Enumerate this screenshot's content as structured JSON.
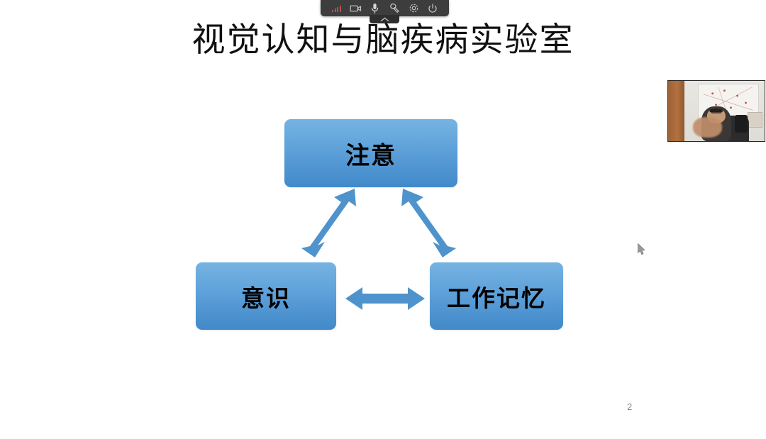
{
  "app": {
    "kind": "screen-share-presentation",
    "background_color": "#ffffff"
  },
  "toolbar": {
    "name": "meeting-floating-toolbar",
    "background_color": "#3d3d3d",
    "items": [
      {
        "icon": "signal-strength-icon",
        "label": "Signal strength",
        "accent_color": "#b4534a"
      },
      {
        "icon": "video-camera-icon",
        "label": "Camera"
      },
      {
        "icon": "microphone-icon",
        "label": "Microphone"
      },
      {
        "icon": "annotation-tool-icon",
        "label": "Annotation tools"
      },
      {
        "icon": "gear-icon",
        "label": "Settings"
      },
      {
        "icon": "power-icon",
        "label": "End / Leave"
      }
    ],
    "collapse_tab": {
      "icon": "chevron-up-icon",
      "label": "Collapse toolbar"
    }
  },
  "slide": {
    "title": "视觉认知与脑疾病实验室",
    "page_number": "2",
    "diagram": {
      "type": "triangle-relationship",
      "node_fill_top": "#76b3e2",
      "node_fill_bottom": "#4189c9",
      "arrow_color": "#4f93cd",
      "nodes": [
        {
          "id": "attention",
          "label": "注意"
        },
        {
          "id": "awareness",
          "label": "意识"
        },
        {
          "id": "working-memory",
          "label": "工作记忆"
        }
      ],
      "connections": [
        {
          "id": "attention-awareness",
          "from": "attention",
          "to": "awareness",
          "arrow": "double-headed"
        },
        {
          "id": "attention-working-memory",
          "from": "attention",
          "to": "working-memory",
          "arrow": "double-headed"
        },
        {
          "id": "awareness-working-memory",
          "from": "awareness",
          "to": "working-memory",
          "arrow": "double-headed"
        }
      ]
    }
  },
  "pip": {
    "name": "webcam-video-tile",
    "description": "Presenter in front of a whiteboard"
  },
  "cursor": {
    "label": "mouse-pointer"
  }
}
